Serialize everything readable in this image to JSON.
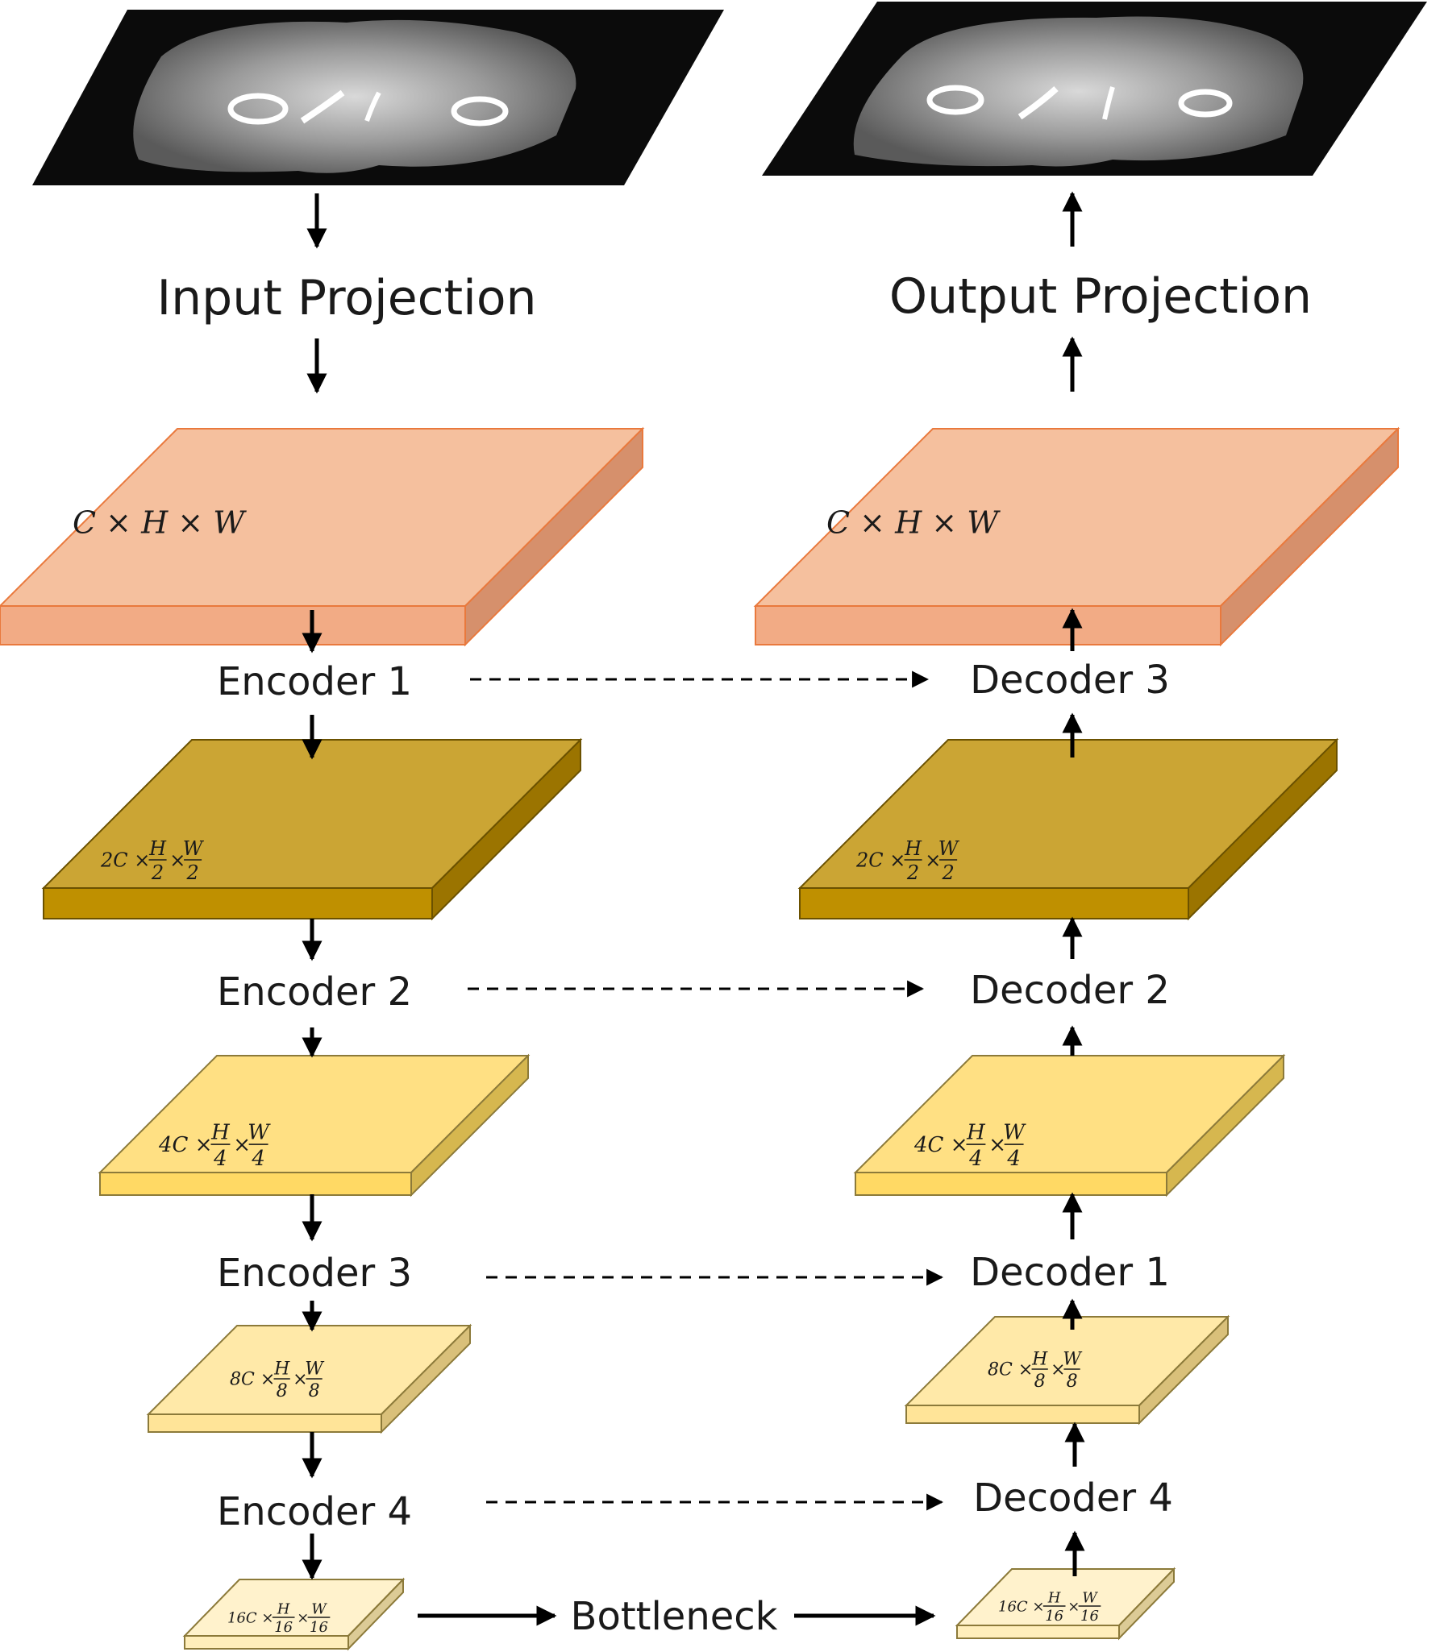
{
  "slices": {
    "input": "input-ct-slice",
    "output": "output-ct-slice"
  },
  "projections": {
    "input_label": "Input Projection",
    "output_label": "Output Projection"
  },
  "encoder": {
    "stages": [
      "Encoder 1",
      "Encoder 2",
      "Encoder 3",
      "Encoder 4"
    ]
  },
  "decoder": {
    "stages": [
      "Decoder 3",
      "Decoder 2",
      "Decoder 1",
      "Decoder 4"
    ]
  },
  "bottleneck": {
    "label": "Bottleneck"
  },
  "feature_maps": [
    {
      "id": "l0",
      "coef": "C",
      "h": "H",
      "w": "W",
      "fractional": false
    },
    {
      "id": "l1",
      "coef": "2C",
      "h": "H",
      "w": "W",
      "den": "2",
      "fractional": true
    },
    {
      "id": "l2",
      "coef": "4C",
      "h": "H",
      "w": "W",
      "den": "4",
      "fractional": true
    },
    {
      "id": "l3",
      "coef": "8C",
      "h": "H",
      "w": "W",
      "den": "8",
      "fractional": true
    },
    {
      "id": "l4",
      "coef": "16C",
      "h": "H",
      "w": "W",
      "den": "16",
      "fractional": true
    }
  ],
  "symbols": {
    "times": "×"
  },
  "colors": {
    "level0_top": "#f5c09e",
    "level0_front": "#f2ab85",
    "level0_side": "#d6906c",
    "level0_edge": "#e9793d",
    "level1_top": "#cba534",
    "level1_front": "#bf9000",
    "level1_side": "#9b7400",
    "level1_edge": "#6b5100",
    "level2_top": "#ffe083",
    "level2_front": "#ffd964",
    "level2_side": "#d6b74f",
    "level2_edge": "#8c7a3a",
    "level3_top": "#ffe9a8",
    "level3_front": "#ffe498",
    "level3_side": "#d9c07a",
    "level3_edge": "#8c7a3a",
    "level4_top": "#fff2cc",
    "level4_front": "#ffeebb",
    "level4_side": "#dccb96",
    "level4_edge": "#8c7a3a",
    "slice_bg": "#0b0b0b",
    "arrow": "#000000"
  }
}
